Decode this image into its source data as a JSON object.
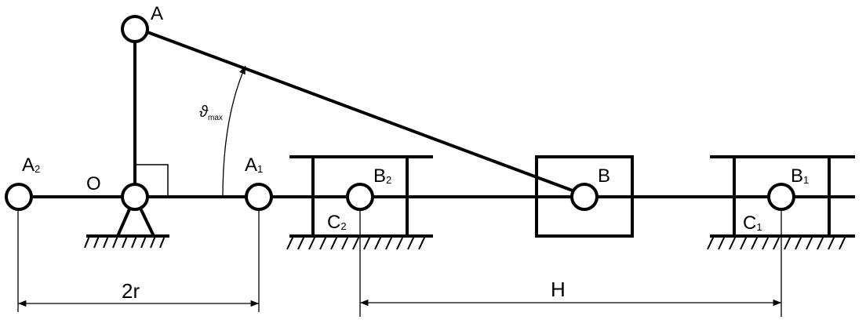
{
  "labels": {
    "A": "A",
    "A1_base": "A",
    "A1_sub": "1",
    "A2_base": "A",
    "A2_sub": "2",
    "O": "O",
    "B": "B",
    "B1_base": "B",
    "B1_sub": "1",
    "B2_base": "B",
    "B2_sub": "2",
    "C1_base": "C",
    "C1_sub": "1",
    "C2_base": "C",
    "C2_sub": "2",
    "theta_symbol": "ϑ",
    "theta_sub": "max",
    "dim_2r": "2r",
    "dim_H": "H"
  },
  "colors": {
    "ink": "#000000",
    "paper": "#ffffff"
  }
}
